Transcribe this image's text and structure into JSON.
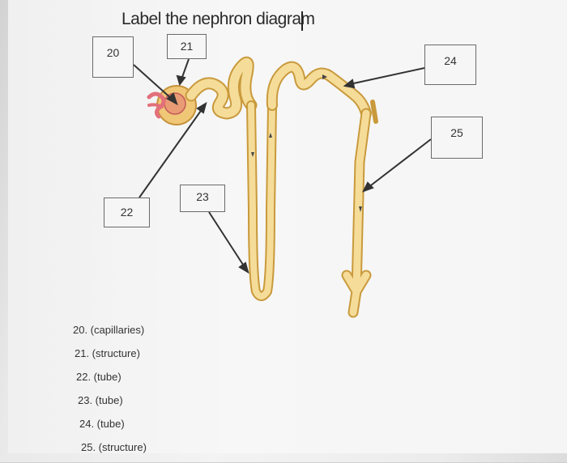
{
  "title": "Label the nephron diagram",
  "labels": {
    "l20": "20",
    "l21": "21",
    "l22": "22",
    "l23": "23",
    "l24": "24",
    "l25": "25"
  },
  "answers": [
    "20. (capillaries)",
    "21. (structure)",
    "22. (tube)",
    "23. (tube)",
    "24. (tube)",
    "25. (structure)"
  ],
  "colors": {
    "tubule": "#f1d48a",
    "tubule_edge": "#c99a3c",
    "capillary": "#e2707a",
    "line": "#333333"
  }
}
